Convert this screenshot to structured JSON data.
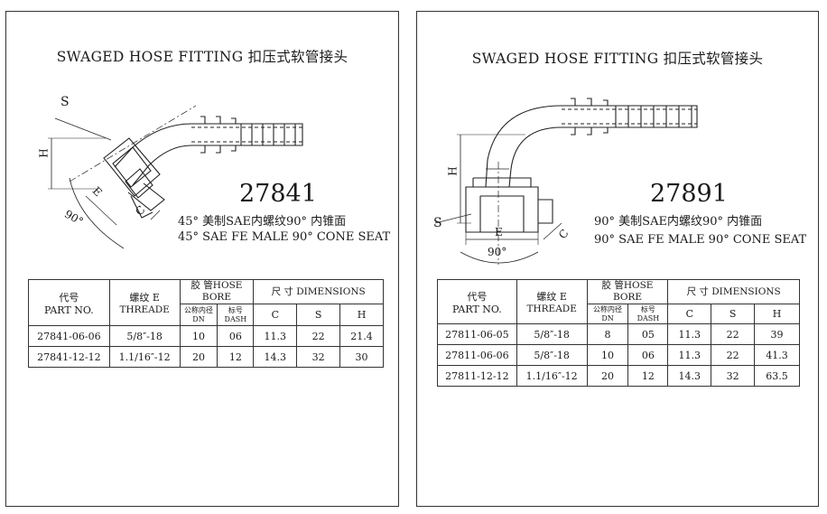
{
  "left": {
    "title": "SWAGED HOSE FITTING  扣压式软管接头",
    "part_number": "27841",
    "desc_line1": "45° 美制SAE内螺纹90° 内锥面",
    "desc_line2": "45° SAE FE MALE 90° CONE SEAT",
    "labels": {
      "s": "S",
      "h": "H",
      "e": "E",
      "c": "C",
      "angle": "90°"
    },
    "table": {
      "part_cn": "代号",
      "part_en": "PART NO.",
      "thread_cn": "螺纹 E",
      "thread_en": "THREADE",
      "bore": "胶 管HOSE BORE",
      "dn_cn": "公称内径",
      "dn_en": "DN",
      "dash_cn": "标号",
      "dash_en": "DASH",
      "dims": "尺 寸 DIMENSIONS",
      "c": "C",
      "s": "S",
      "h": "H",
      "rows": [
        [
          "27841-06-06",
          "5/8″-18",
          "10",
          "06",
          "11.3",
          "22",
          "21.4"
        ],
        [
          "27841-12-12",
          "1.1/16″-12",
          "20",
          "12",
          "14.3",
          "32",
          "30"
        ]
      ]
    }
  },
  "right": {
    "title": "SWAGED HOSE FITTING  扣压式软管接头",
    "part_number": "27891",
    "desc_line1": "90° 美制SAE内螺纹90° 内锥面",
    "desc_line2": "90° SAE FE MALE 90° CONE SEAT",
    "labels": {
      "s": "S",
      "h": "H",
      "e": "E",
      "c": "C",
      "angle": "90°"
    },
    "table": {
      "part_cn": "代号",
      "part_en": "PART NO.",
      "thread_cn": "螺纹 E",
      "thread_en": "THREADE",
      "bore": "胶 管HOSE BORE",
      "dn_cn": "公称内径",
      "dn_en": "DN",
      "dash_cn": "标号",
      "dash_en": "DASH",
      "dims": "尺 寸 DIMENSIONS",
      "c": "C",
      "s": "S",
      "h": "H",
      "rows": [
        [
          "27811-06-05",
          "5/8″-18",
          "8",
          "05",
          "11.3",
          "22",
          "39"
        ],
        [
          "27811-06-06",
          "5/8″-18",
          "10",
          "06",
          "11.3",
          "22",
          "41.3"
        ],
        [
          "27811-12-12",
          "1.1/16″-12",
          "20",
          "12",
          "14.3",
          "32",
          "63.5"
        ]
      ]
    }
  }
}
